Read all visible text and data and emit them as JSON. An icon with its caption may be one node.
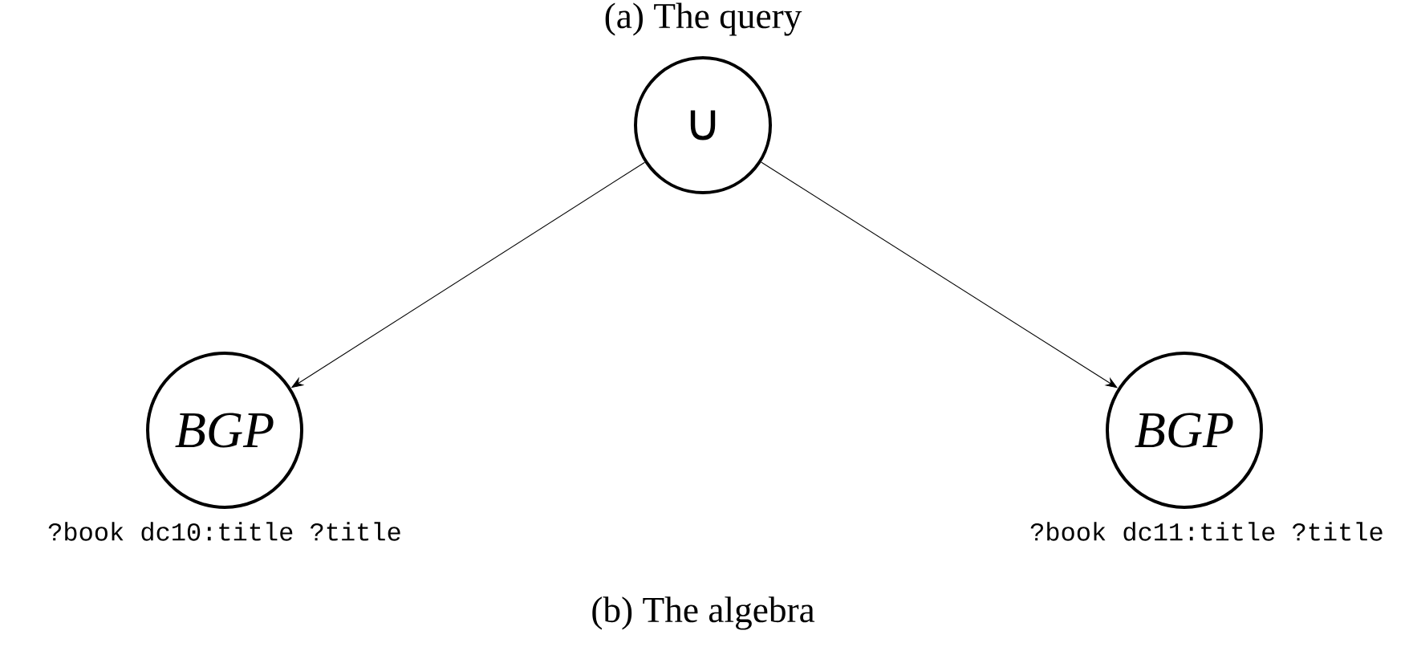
{
  "diagram": {
    "title": "(a) The query",
    "caption": "(b) The algebra",
    "nodes": [
      {
        "text": [
          "∪"
        ]
      },
      {
        "text": [
          "BGP"
        ],
        "beside": [
          "?book dc10:title ?title"
        ]
      },
      {
        "text": [
          "BGP"
        ],
        "beside": [
          "?book dc11:title ?title"
        ]
      }
    ],
    "edges": [
      {
        "from": 0,
        "to": 1,
        "arrow": "to"
      },
      {
        "from": 0,
        "to": 2,
        "arrow": "to"
      }
    ]
  }
}
